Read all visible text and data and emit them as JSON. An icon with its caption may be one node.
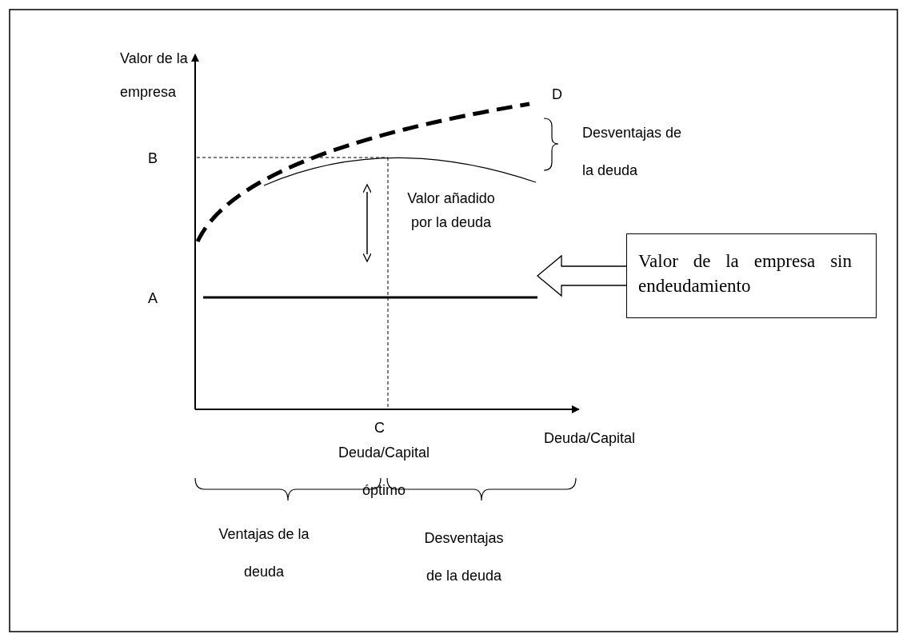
{
  "diagram": {
    "nodes": [
      {
        "text": [
          "Valor de la empresa sin endeudamiento"
        ]
      },
      {
        "text": [],
        "shape": "line"
      }
    ],
    "edges": [
      {
        "from": 0,
        "to": 1,
        "arrow": "to"
      }
    ],
    "labels": [
      "Valor de la empresa",
      "D",
      "Desventajas de la deuda",
      "B",
      "Valor añadido por la deuda",
      "A",
      "C",
      "Deuda/Capital",
      "Deuda/Capital óptimo",
      "Ventajas de la deuda",
      "Desventajas de la deuda"
    ]
  }
}
